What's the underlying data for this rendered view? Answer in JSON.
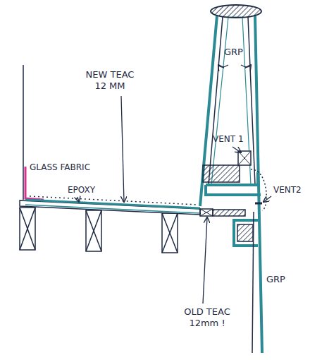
{
  "diagram": {
    "labels": [
      "GRP",
      "NEW TEAC 12 MM",
      "GLASS FABRIC",
      "EPOXY",
      "VENT 1",
      "VENT2",
      "OLD TEAC 12mm !",
      "GRP"
    ]
  }
}
